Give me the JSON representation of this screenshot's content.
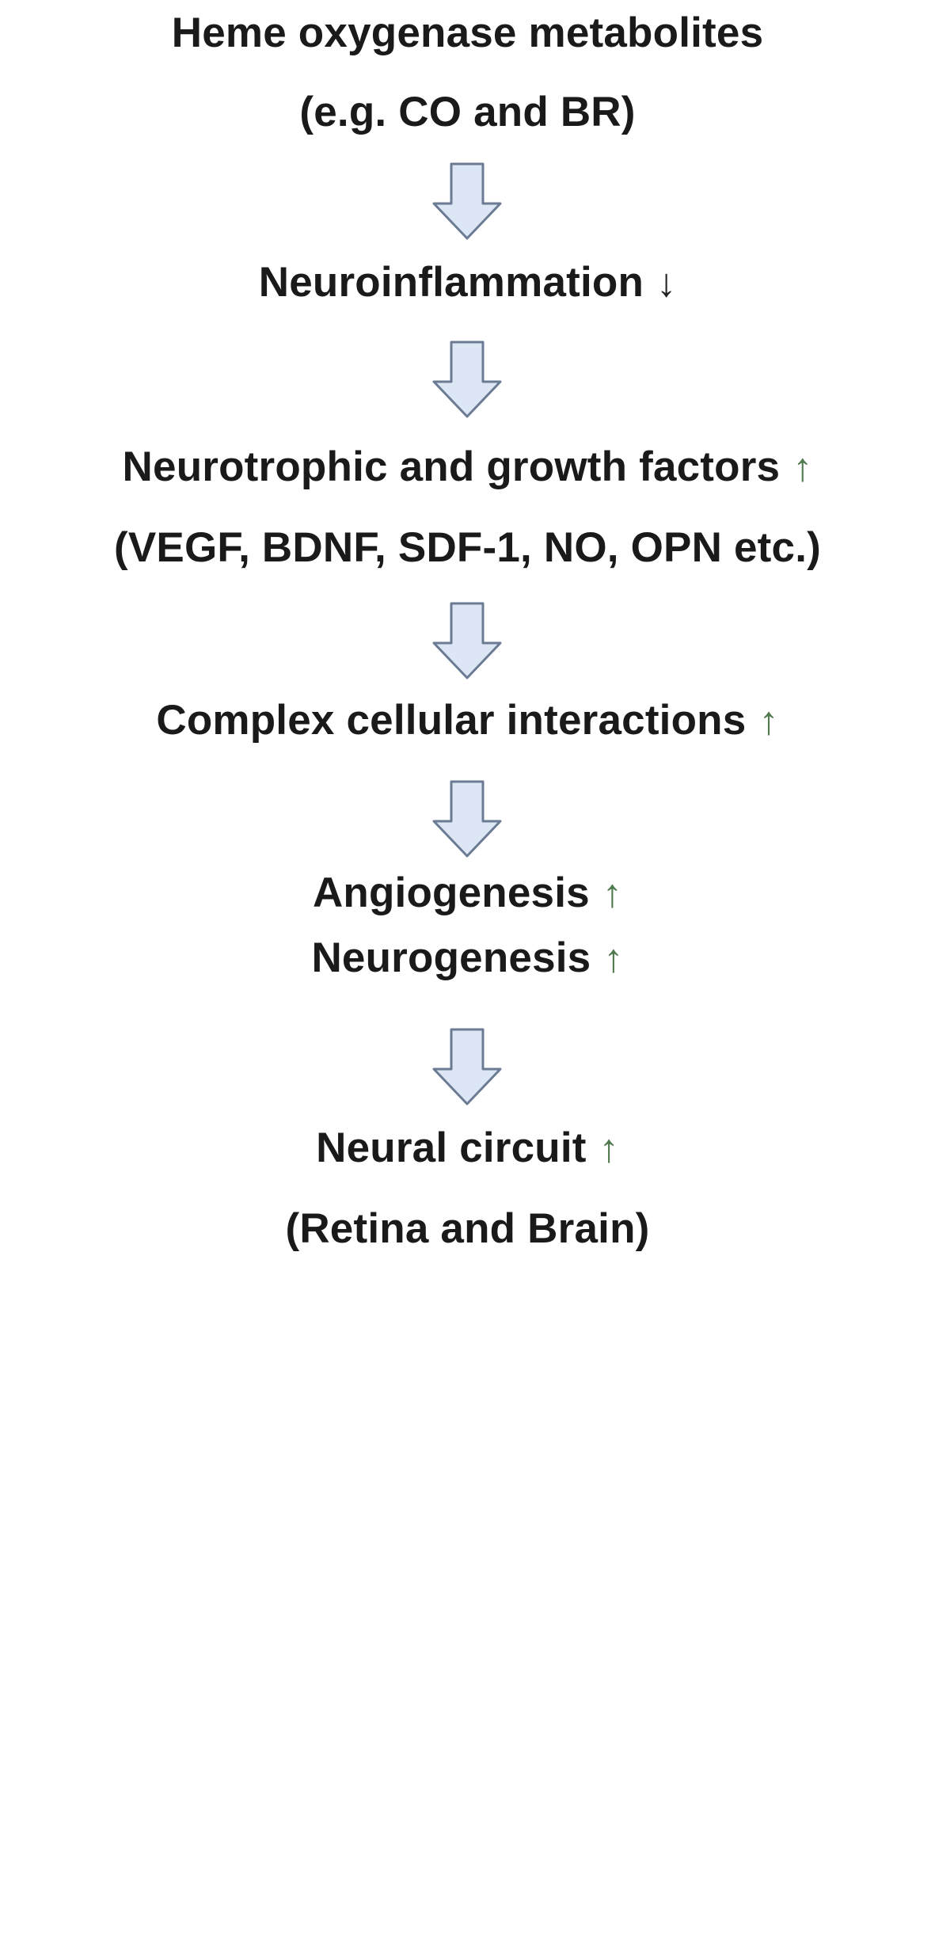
{
  "diagram": {
    "steps": [
      {
        "lines": [
          {
            "text": "Heme oxygenase metabolites",
            "trend": ""
          },
          {
            "text": "(e.g. CO and BR)",
            "trend": ""
          }
        ]
      },
      {
        "lines": [
          {
            "text": "Neuroinflammation",
            "trend": "↓"
          }
        ]
      },
      {
        "lines": [
          {
            "text": "Neurotrophic and growth factors",
            "trend": "↑"
          },
          {
            "text": "(VEGF, BDNF, SDF-1, NO, OPN etc.)",
            "trend": ""
          }
        ]
      },
      {
        "lines": [
          {
            "text": "Complex cellular interactions",
            "trend": "↑"
          }
        ]
      },
      {
        "lines": [
          {
            "text": "Angiogenesis",
            "trend": "↑"
          },
          {
            "text": "Neurogenesis",
            "trend": "↑"
          }
        ]
      },
      {
        "lines": [
          {
            "text": "Neural circuit",
            "trend": "↑"
          },
          {
            "text": "(Retina and Brain)",
            "trend": ""
          }
        ]
      }
    ],
    "arrow_color": {
      "fill": "#dce6f4",
      "stroke": "#6b7b93"
    },
    "trend_colors": {
      "up": "#4e7a4e",
      "down": "#222222"
    }
  }
}
